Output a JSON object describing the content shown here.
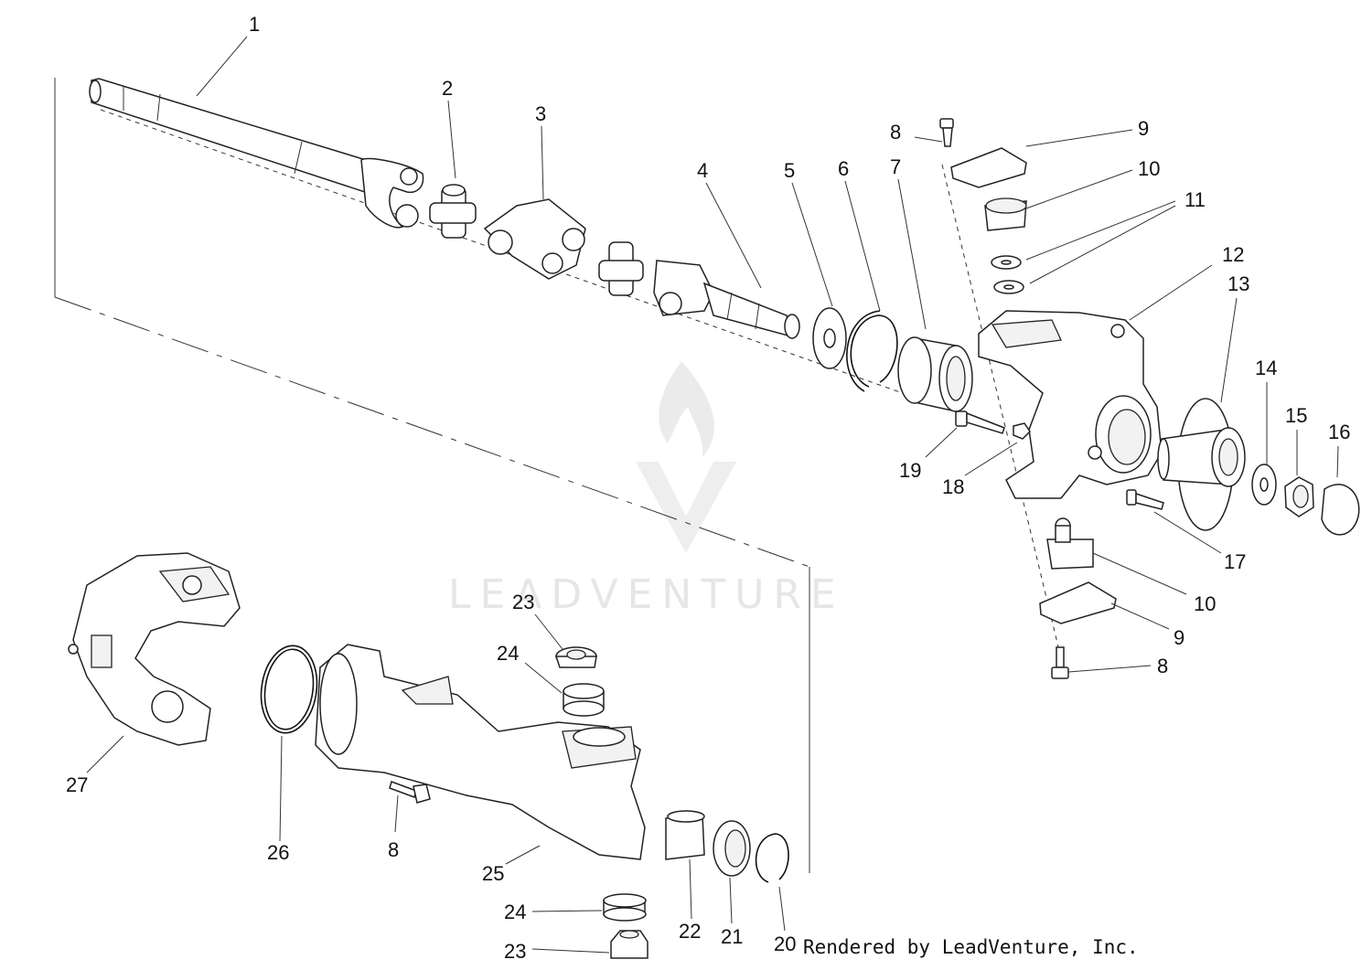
{
  "callouts": [
    {
      "id": "c1",
      "label": "1"
    },
    {
      "id": "c2",
      "label": "2"
    },
    {
      "id": "c3",
      "label": "3"
    },
    {
      "id": "c4",
      "label": "4"
    },
    {
      "id": "c5",
      "label": "5"
    },
    {
      "id": "c6",
      "label": "6"
    },
    {
      "id": "c7",
      "label": "7"
    },
    {
      "id": "c8a",
      "label": "8"
    },
    {
      "id": "c9a",
      "label": "9"
    },
    {
      "id": "c10a",
      "label": "10"
    },
    {
      "id": "c11",
      "label": "11"
    },
    {
      "id": "c12",
      "label": "12"
    },
    {
      "id": "c13",
      "label": "13"
    },
    {
      "id": "c14",
      "label": "14"
    },
    {
      "id": "c15",
      "label": "15"
    },
    {
      "id": "c16",
      "label": "16"
    },
    {
      "id": "c17",
      "label": "17"
    },
    {
      "id": "c18",
      "label": "18"
    },
    {
      "id": "c19",
      "label": "19"
    },
    {
      "id": "c10b",
      "label": "10"
    },
    {
      "id": "c9b",
      "label": "9"
    },
    {
      "id": "c8b",
      "label": "8"
    },
    {
      "id": "c23a",
      "label": "23"
    },
    {
      "id": "c24a",
      "label": "24"
    },
    {
      "id": "c27",
      "label": "27"
    },
    {
      "id": "c26",
      "label": "26"
    },
    {
      "id": "c8c",
      "label": "8"
    },
    {
      "id": "c25",
      "label": "25"
    },
    {
      "id": "c24b",
      "label": "24"
    },
    {
      "id": "c23b",
      "label": "23"
    },
    {
      "id": "c22",
      "label": "22"
    },
    {
      "id": "c21",
      "label": "21"
    },
    {
      "id": "c20",
      "label": "20"
    }
  ],
  "watermark": {
    "text": "LEADVENTURE"
  },
  "credit": "Rendered by LeadVenture, Inc."
}
